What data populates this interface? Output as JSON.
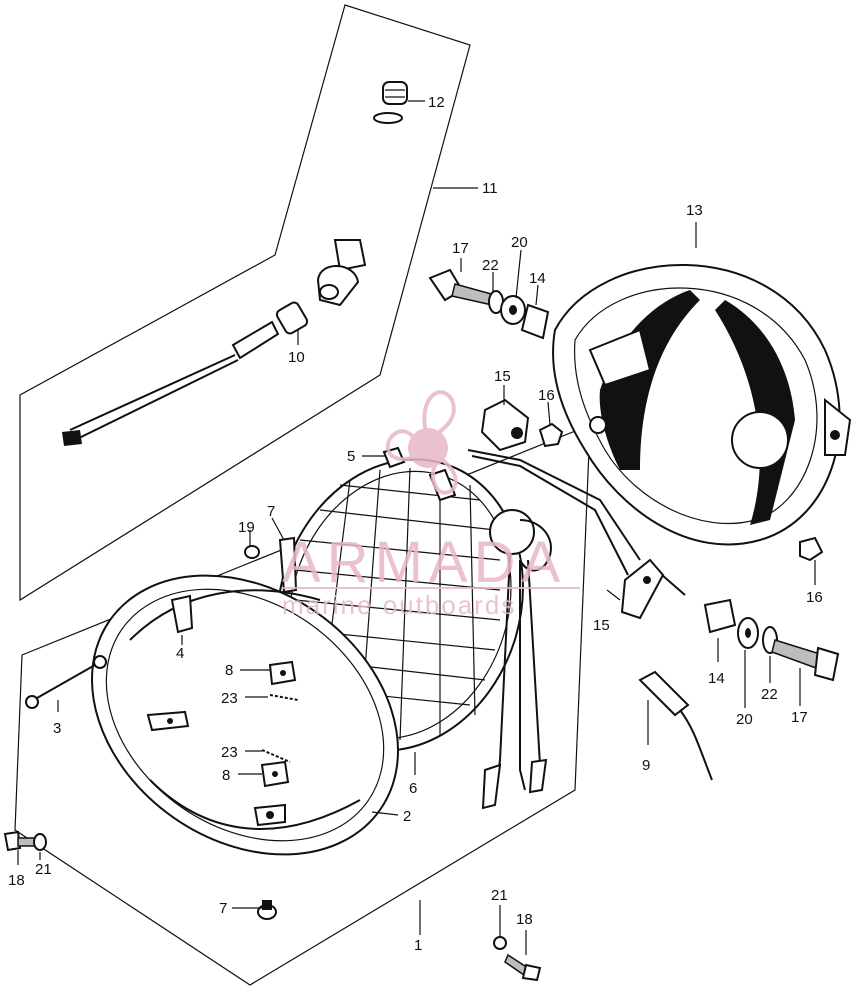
{
  "callouts": [
    {
      "id": "c12",
      "text": "12"
    },
    {
      "id": "c11",
      "text": "11"
    },
    {
      "id": "c10",
      "text": "10"
    },
    {
      "id": "c13",
      "text": "13"
    },
    {
      "id": "c17a",
      "text": "17"
    },
    {
      "id": "c22a",
      "text": "22"
    },
    {
      "id": "c20a",
      "text": "20"
    },
    {
      "id": "c14a",
      "text": "14"
    },
    {
      "id": "c15a",
      "text": "15"
    },
    {
      "id": "c16a",
      "text": "16"
    },
    {
      "id": "c5",
      "text": "5"
    },
    {
      "id": "c7a",
      "text": "7"
    },
    {
      "id": "c19",
      "text": "19"
    },
    {
      "id": "c4",
      "text": "4"
    },
    {
      "id": "c3",
      "text": "3"
    },
    {
      "id": "c8a",
      "text": "8"
    },
    {
      "id": "c23a",
      "text": "23"
    },
    {
      "id": "c23b",
      "text": "23"
    },
    {
      "id": "c8b",
      "text": "8"
    },
    {
      "id": "c6",
      "text": "6"
    },
    {
      "id": "c2",
      "text": "2"
    },
    {
      "id": "c15b",
      "text": "15"
    },
    {
      "id": "c16b",
      "text": "16"
    },
    {
      "id": "c14b",
      "text": "14"
    },
    {
      "id": "c20b",
      "text": "20"
    },
    {
      "id": "c22b",
      "text": "22"
    },
    {
      "id": "c17b",
      "text": "17"
    },
    {
      "id": "c9",
      "text": "9"
    },
    {
      "id": "c18a",
      "text": "18"
    },
    {
      "id": "c21a",
      "text": "21"
    },
    {
      "id": "c7b",
      "text": "7"
    },
    {
      "id": "c1",
      "text": "1"
    },
    {
      "id": "c21b",
      "text": "21"
    },
    {
      "id": "c18b",
      "text": "18"
    }
  ],
  "watermark": {
    "brand": "ARMADA",
    "tagline": "marine outboards"
  },
  "colors": {
    "ink": "#111111",
    "watermark": "#e8b7cb",
    "background": "#ffffff"
  }
}
